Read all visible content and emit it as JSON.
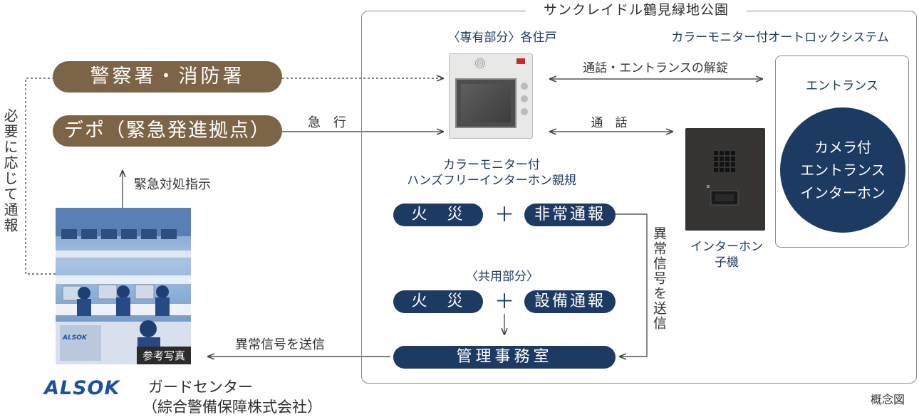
{
  "site_name": "サンクレイドル鶴見緑地公園",
  "exclusive_area_label": "〈専有部分〉各住戸",
  "system_title": "カラーモニター付オートロックシステム",
  "police_fire": "警察署・消防署",
  "depot": "デポ（緊急発進拠点）",
  "rush_label": "急　行",
  "emergency_instruction": "緊急対処指示",
  "report_as_needed": "必要に応じて通報",
  "unlock_label": "通話・エントランスの解錠",
  "call_label": "通　話",
  "entrance_label": "エントランス",
  "camera_intercom": [
    "カメラ付",
    "エントランス",
    "インターホン"
  ],
  "monitor_caption": [
    "カラーモニター付",
    "ハンズフリーインターホン親規"
  ],
  "intercom_sub": [
    "インターホン",
    "子機"
  ],
  "private_row": {
    "fire": "火　災",
    "plus": "＋",
    "report": "非常通報"
  },
  "shared_area_label": "〈共用部分〉",
  "shared_row": {
    "fire": "火　災",
    "plus": "＋",
    "report": "設備通報"
  },
  "management_office": "管理事務室",
  "abnormal_signal_vertical": "異常信号を送信",
  "abnormal_signal_horizontal": "異常信号を送信",
  "photo_caption": "参考写真",
  "alsok_logo": "ALSOK",
  "guard_center": "ガードセンター",
  "company": "（綜合警備保障株式会社）",
  "concept_note": "概念図",
  "colors": {
    "navy": "#1d3a63",
    "brown": "#7c6446",
    "alsok_blue": "#1d50a0"
  }
}
